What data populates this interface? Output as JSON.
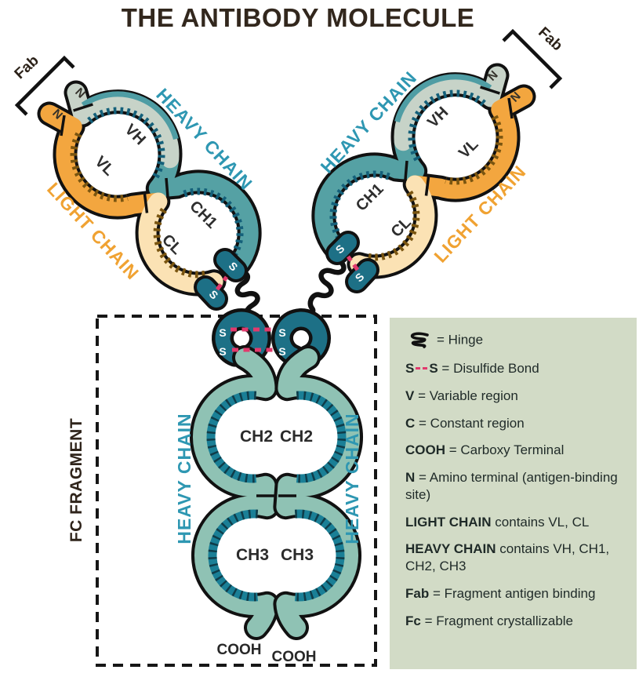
{
  "title": "THE ANTIBODY MOLECULE",
  "molecule": {
    "fab_label": "Fab",
    "n_label": "N",
    "s_label": "S",
    "cooh_label": "COOH",
    "heavy_chain_label": "HEAVY CHAIN",
    "light_chain_label": "LIGHT CHAIN",
    "fc_fragment_label": "FC FRAGMENT",
    "domains": {
      "vh": "VH",
      "vl": "VL",
      "ch1": "CH1",
      "cl": "CL",
      "ch2": "CH2",
      "ch3": "CH3"
    }
  },
  "legend": {
    "hinge": {
      "symbol": "hinge-squiggle",
      "text": "= Hinge"
    },
    "disulfide": {
      "s1": "S",
      "s2": "S",
      "text": "= Disulfide Bond"
    },
    "items": [
      {
        "term": "V",
        "text": "= Variable region"
      },
      {
        "term": "C",
        "text": "= Constant region"
      },
      {
        "term": "COOH",
        "text": "= Carboxy Terminal"
      },
      {
        "term": "N",
        "text": "= Amino terminal (antigen-binding site)"
      },
      {
        "term": "LIGHT CHAIN",
        "text": "contains VL, CL"
      },
      {
        "term": "HEAVY CHAIN",
        "text": "contains VH, CH1, CH2, CH3"
      },
      {
        "term": "Fab",
        "text": "= Fragment antigen binding"
      },
      {
        "term": "Fc",
        "text": "= Fragment crystallizable"
      }
    ]
  },
  "colors": {
    "heavy_chain_teal": "#55a1a4",
    "heavy_chain_dark_teal": "#1a7f96",
    "heavy_chain_pale": "#c7d3c8",
    "fc_chain": "#8fc2b4",
    "light_chain_orange": "#f3a63f",
    "light_chain_cream": "#fbe2b4",
    "disulfide_pink": "#e23a6d",
    "heavy_label_teal": "#2e97b2",
    "light_label_orange": "#f0a232",
    "title_brown": "#32271d",
    "legend_background": "#d2dbc6"
  }
}
